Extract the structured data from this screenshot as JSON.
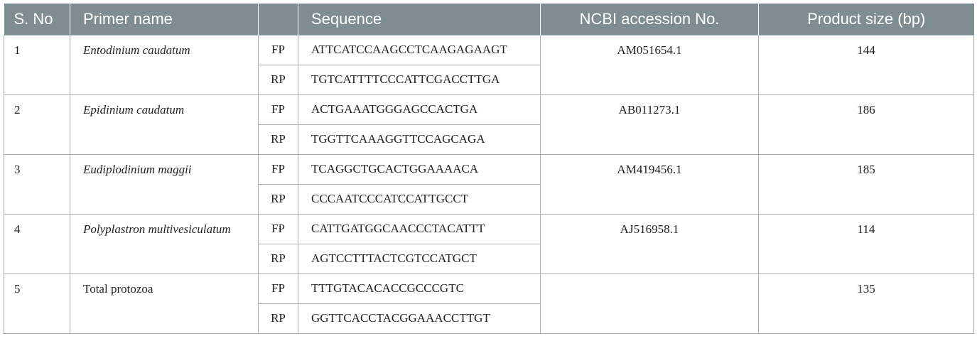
{
  "table": {
    "headers": {
      "sno": "S. No",
      "primer_name": "Primer name",
      "primer_type": "",
      "sequence": "Sequence",
      "accession": "NCBI accession No.",
      "product_size": "Product size (bp)"
    },
    "rows": [
      {
        "sno": "1",
        "primer_name": "Entodinium caudatum",
        "fp_label": "FP",
        "fp_sequence": "ATTCATCCAAGCCTCAAGAGAAGT",
        "rp_label": "RP",
        "rp_sequence": "TGTCATTTTCCCATTCGACCTTGA",
        "accession": "AM051654.1",
        "product_size": "144"
      },
      {
        "sno": "2",
        "primer_name": "Epidinium caudatum",
        "fp_label": "FP",
        "fp_sequence": "ACTGAAATGGGAGCCACTGA",
        "rp_label": "RP",
        "rp_sequence": "TGGTTCAAAGGTTCCAGCAGA",
        "accession": "AB011273.1",
        "product_size": "186"
      },
      {
        "sno": "3",
        "primer_name": "Eudiplodinium maggii",
        "fp_label": "FP",
        "fp_sequence": "TCAGGCTGCACTGGAAAACA",
        "rp_label": "RP",
        "rp_sequence": "CCCAATCCCATCCATTGCCT",
        "accession": "AM419456.1",
        "product_size": "185"
      },
      {
        "sno": "4",
        "primer_name": "Polyplastron multivesiculatum",
        "fp_label": "FP",
        "fp_sequence": "CATTGATGGCAACCCTACATTT",
        "rp_label": "RP",
        "rp_sequence": "AGTCCTTTACTCGTCCATGCT",
        "accession": "AJ516958.1",
        "product_size": "114"
      },
      {
        "sno": "5",
        "primer_name": "Total protozoa",
        "fp_label": "FP",
        "fp_sequence": "TTTGTACACACCGCCCGTC",
        "rp_label": "RP",
        "rp_sequence": "GGTTCACCTACGGAAACCTTGT",
        "accession": "",
        "product_size": "135"
      }
    ]
  },
  "colors": {
    "header_bg": "#7f8c92",
    "header_text": "#ffffff",
    "border": "#a7afb3"
  }
}
